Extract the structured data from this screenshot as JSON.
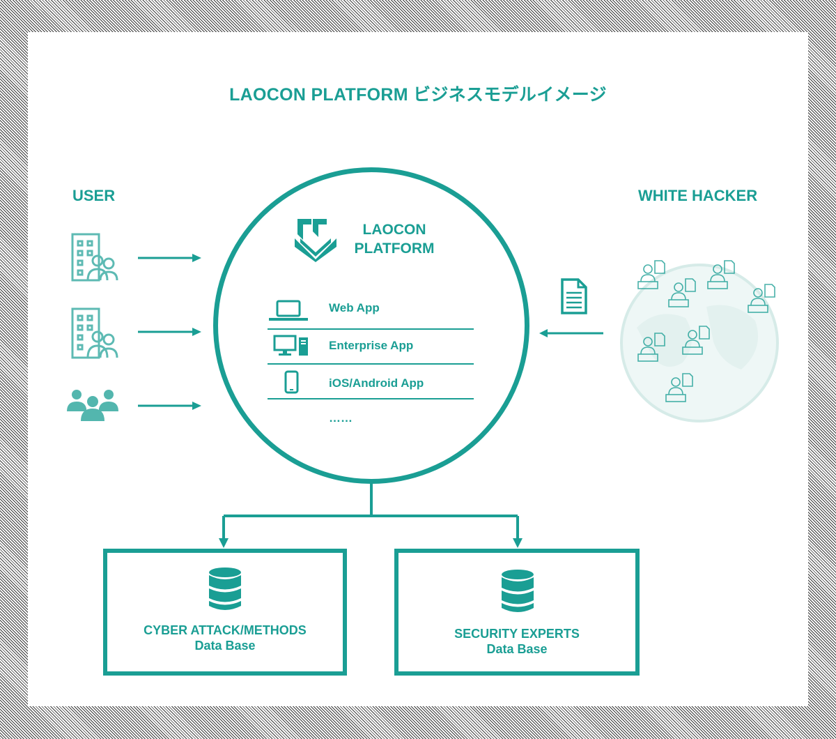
{
  "title": "LAOCON PLATFORM ビジネスモデルイメージ",
  "user_label": "USER",
  "hacker_label": "WHITE HACKER",
  "platform": {
    "line1": "LAOCON",
    "line2": "PLATFORM"
  },
  "apps": [
    {
      "label": "Web App",
      "icon": "laptop-icon"
    },
    {
      "label": "Enterprise App",
      "icon": "desktop-computer-icon"
    },
    {
      "label": "iOS/Android App",
      "icon": "smartphone-icon"
    }
  ],
  "apps_more": "……",
  "databases": [
    {
      "line1": "CYBER ATTACK/METHODS",
      "line2": "Data Base"
    },
    {
      "line1": "SECURITY EXPERTS",
      "line2": "Data Base"
    }
  ],
  "colors": {
    "accent": "#1a9e94",
    "frame_hatch": "#3a3a3a",
    "globe": "#e3f1ef"
  }
}
